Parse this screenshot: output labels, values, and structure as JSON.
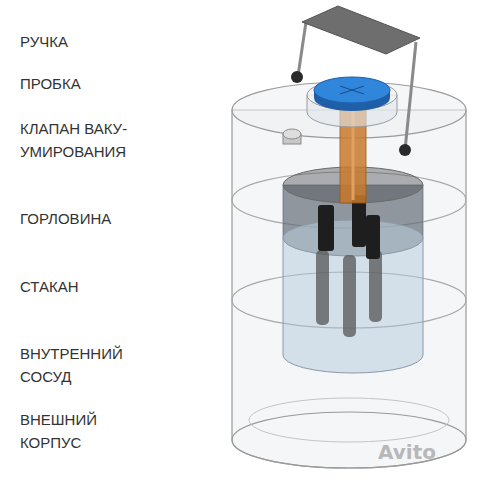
{
  "diagram": {
    "labels": [
      "РУЧКА",
      "ПРОБКА",
      "КЛАПАН ВАКУ- УМИРОВАНИЯ",
      "ГОРЛОВИНА",
      "СТАКАН",
      "ВНУТРЕННИЙ СОСУД",
      "ВНЕШНИЙ КОРПУС",
      "Avito"
    ]
  }
}
